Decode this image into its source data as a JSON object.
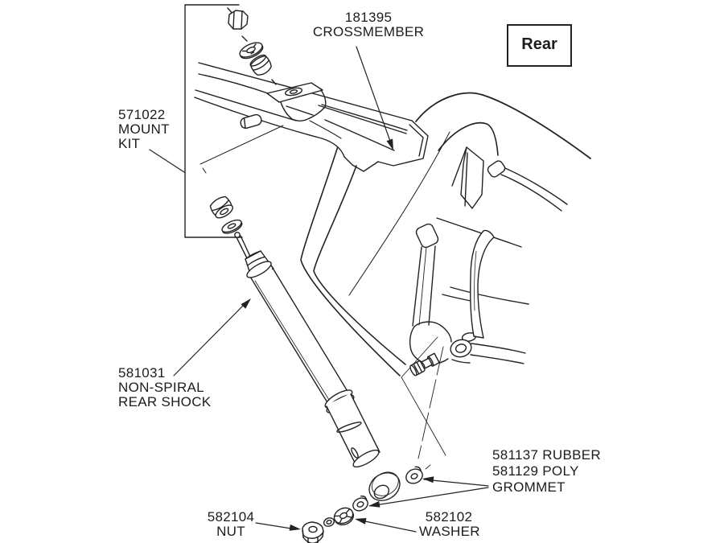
{
  "figure": {
    "view_label": "Rear",
    "callouts": {
      "crossmember": {
        "line1": "181395",
        "line2": "CROSSMEMBER"
      },
      "mount_kit": {
        "line1": "571022",
        "line2": "MOUNT",
        "line3": "KIT"
      },
      "rear_shock": {
        "line1": "581031",
        "line2": "NON-SPIRAL",
        "line3": "REAR SHOCK"
      },
      "grommet": {
        "line1": "581137 RUBBER",
        "line2": "581129 POLY",
        "line3": "GROMMET"
      },
      "nut": {
        "line1": "582104",
        "line2": "NUT"
      },
      "washer": {
        "line1": "582102",
        "line2": "WASHER"
      }
    }
  }
}
